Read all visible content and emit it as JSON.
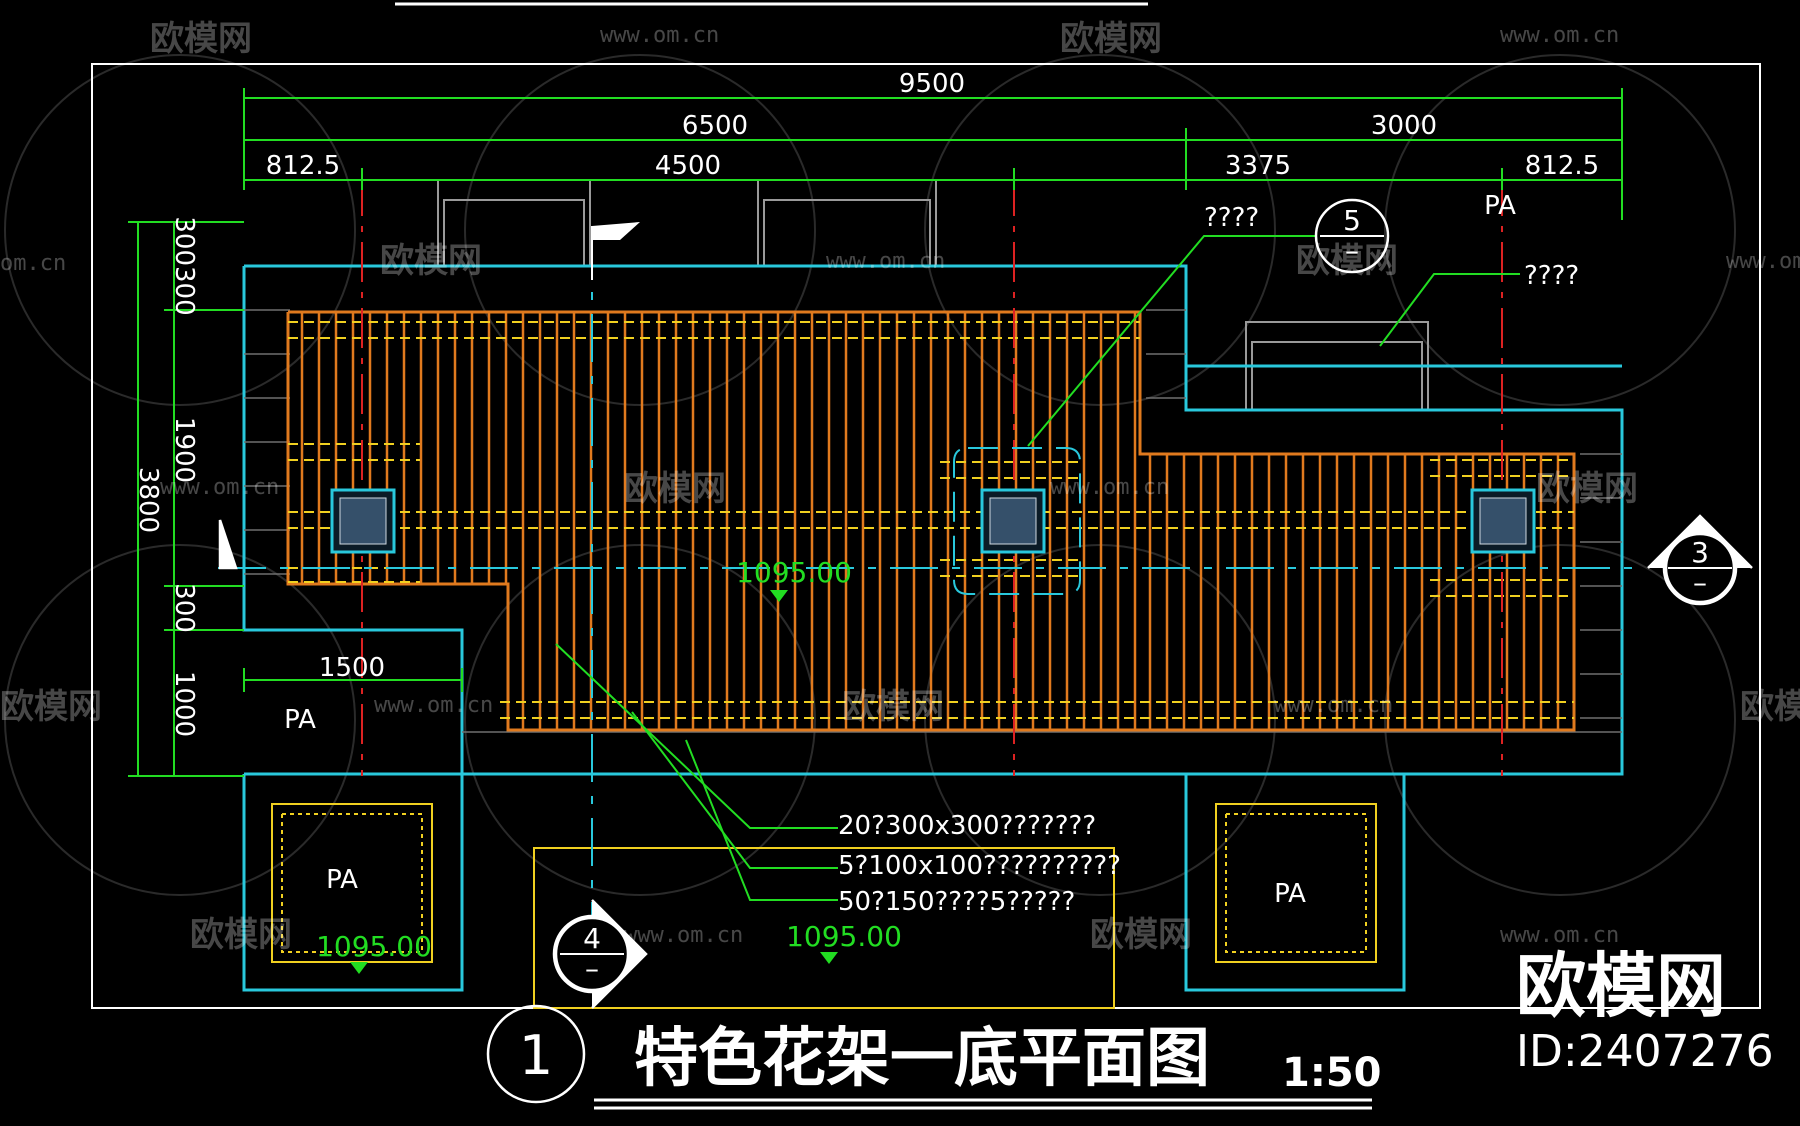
{
  "drawing": {
    "title": "特色花架一底平面图",
    "scale": "1:50",
    "title_number": "1"
  },
  "dimensions_top": {
    "overall": "9500",
    "left_span": "6500",
    "right_span": "3000",
    "seg_1": "812.5",
    "seg_2": "4500",
    "seg_3": "3375",
    "seg_4": "812.5"
  },
  "dimensions_left": {
    "overall": "3800",
    "seg_a": "300300",
    "seg_b": "1900",
    "seg_c": "300",
    "seg_d": "1000"
  },
  "dimension_inner": "1500",
  "labels": {
    "pa_top_right": "PA",
    "pa_left": "PA",
    "pa_bottom_left": "PA",
    "pa_bottom_right": "PA"
  },
  "elevations": {
    "center": "1095.00",
    "bottom_left": "1095.00",
    "bottom_middle": "1095.00"
  },
  "notes": {
    "top_note_1": "????",
    "top_note_2": "????",
    "note_1": "20?300x300???????",
    "note_2": "5?100x100??????????",
    "note_3": "50?150????5?????"
  },
  "section_marks": {
    "top": "5",
    "right": "3",
    "bottom": "4",
    "dash": "–"
  },
  "watermark": {
    "brand": "欧模网",
    "url": "www.om.cn",
    "url_clip": "om.cn",
    "id": "ID:2407276"
  },
  "colors": {
    "background": "#000000",
    "outline": "#29c8dc",
    "beam": "#e07a1e",
    "hatch": "#f0d020",
    "dimension": "#22dd22",
    "axis": "#dd2222",
    "frame": "#ffffff"
  }
}
